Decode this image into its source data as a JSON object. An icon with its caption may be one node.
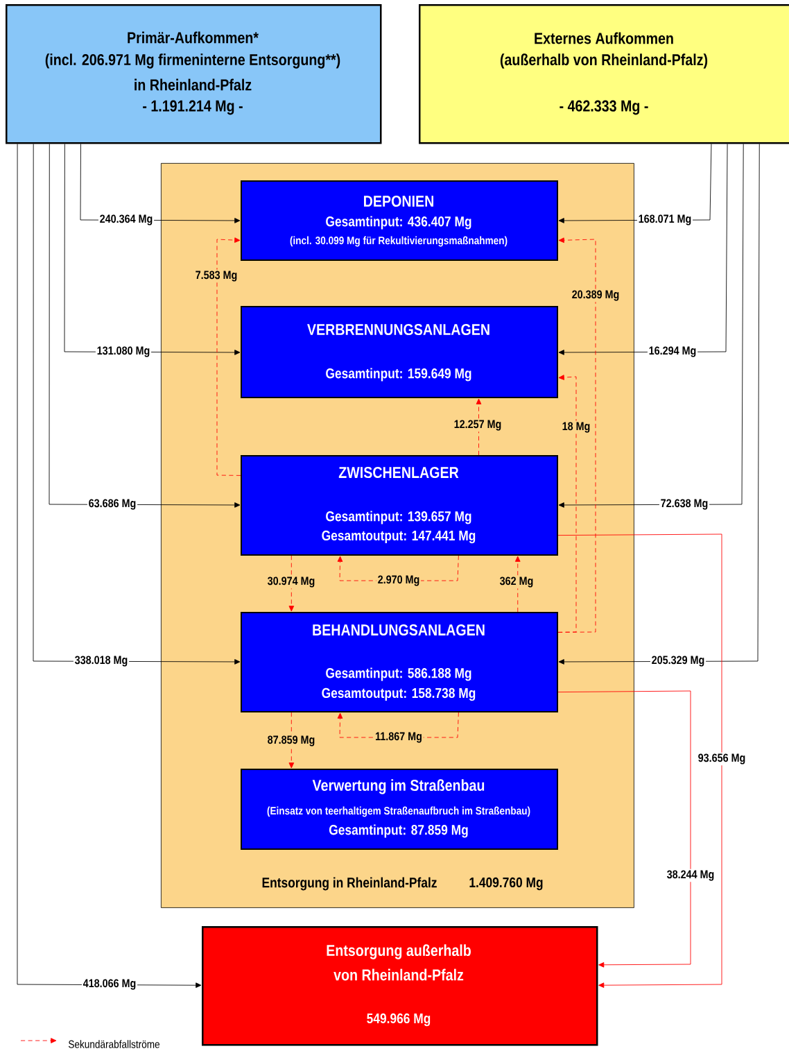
{
  "diagram": {
    "nodes": [
      {
        "text": [
          "Primär-Aufkommen*",
          "(incl. 206.971 Mg firmeninterne Entsorgung**)",
          "in Rheinland-Pfalz",
          "- 1.191.214 Mg -"
        ]
      },
      {
        "text": [
          "Externes Aufkommen",
          "(außerhalb von Rheinland-Pfalz)",
          "- 462.333 Mg -"
        ]
      },
      {
        "text": [
          "Entsorgung in Rheinland-Pfalz",
          "1.409.760 Mg"
        ]
      },
      {
        "text": [
          "DEPONIEN",
          "Gesamtinput: 436.407 Mg",
          "(incl. 30.099 Mg für Rekultivierungsmaßnahmen)"
        ],
        "in": 2
      },
      {
        "text": [
          "VERBRENNUNGSANLAGEN",
          "Gesamtinput: 159.649 Mg"
        ],
        "in": 2
      },
      {
        "text": [
          "ZWISCHENLAGER",
          "Gesamtinput: 139.657 Mg",
          "Gesamtoutput: 147.441 Mg"
        ],
        "in": 2
      },
      {
        "text": [
          "BEHANDLUNGSANLAGEN",
          "Gesamtinput: 586.188 Mg",
          "Gesamtoutput: 158.738 Mg"
        ],
        "in": 2
      },
      {
        "text": [
          "Verwertung im Straßenbau",
          "(Einsatz von teerhaltigem Straßenaufbruch im Straßenbau)",
          "Gesamtinput: 87.859 Mg"
        ],
        "in": 2
      },
      {
        "text": [
          "Entsorgung außerhalb",
          "von Rheinland-Pfalz",
          "549.966 Mg"
        ]
      }
    ],
    "edges": [
      {
        "from": 0,
        "to": 3,
        "arrow": "to",
        "label": "240.364 Mg",
        "color": "#000000"
      },
      {
        "from": 0,
        "to": 4,
        "arrow": "to",
        "label": "131.080 Mg",
        "color": "#000000"
      },
      {
        "from": 0,
        "to": 5,
        "arrow": "to",
        "label": "63.686 Mg",
        "color": "#000000"
      },
      {
        "from": 0,
        "to": 6,
        "arrow": "to",
        "label": "338.018 Mg",
        "color": "#000000"
      },
      {
        "from": 0,
        "to": 8,
        "arrow": "to",
        "label": "418.066 Mg",
        "color": "#000000"
      },
      {
        "from": 1,
        "to": 3,
        "arrow": "to",
        "label": "168.071 Mg",
        "color": "#000000"
      },
      {
        "from": 1,
        "to": 4,
        "arrow": "to",
        "label": "16.294 Mg",
        "color": "#000000"
      },
      {
        "from": 1,
        "to": 5,
        "arrow": "to",
        "label": "72.638 Mg",
        "color": "#000000"
      },
      {
        "from": 1,
        "to": 6,
        "arrow": "to",
        "label": "205.329 Mg",
        "color": "#000000"
      },
      {
        "from": 5,
        "to": 3,
        "arrow": "to",
        "label": "7.583 Mg",
        "style": "dashed"
      },
      {
        "from": 6,
        "to": 3,
        "arrow": "to",
        "label": "20.389 Mg",
        "style": "dashed"
      },
      {
        "from": 6,
        "to": 4,
        "arrow": "to",
        "label": "18 Mg",
        "style": "dashed"
      },
      {
        "from": 5,
        "to": 4,
        "arrow": "to",
        "label": "12.257 Mg",
        "style": "dashed"
      },
      {
        "from": 5,
        "to": 6,
        "arrow": "to",
        "label": "30.974 Mg",
        "style": "dashed"
      },
      {
        "from": 5,
        "to": 5,
        "arrow": "to",
        "label": "2.970 Mg",
        "style": "dashed"
      },
      {
        "from": 6,
        "to": 5,
        "arrow": "to",
        "label": "362 Mg",
        "style": "dashed"
      },
      {
        "from": 6,
        "to": 7,
        "arrow": "to",
        "label": "87.859 Mg",
        "style": "dashed"
      },
      {
        "from": 6,
        "to": 6,
        "arrow": "to",
        "label": "11.867 Mg",
        "style": "dashed"
      },
      {
        "from": 5,
        "to": 8,
        "arrow": "to",
        "label": "93.656 Mg"
      },
      {
        "from": 6,
        "to": 8,
        "arrow": "to",
        "label": "38.244 Mg"
      }
    ],
    "legend": [
      {
        "text": "Sekundärabfallströme"
      }
    ]
  }
}
